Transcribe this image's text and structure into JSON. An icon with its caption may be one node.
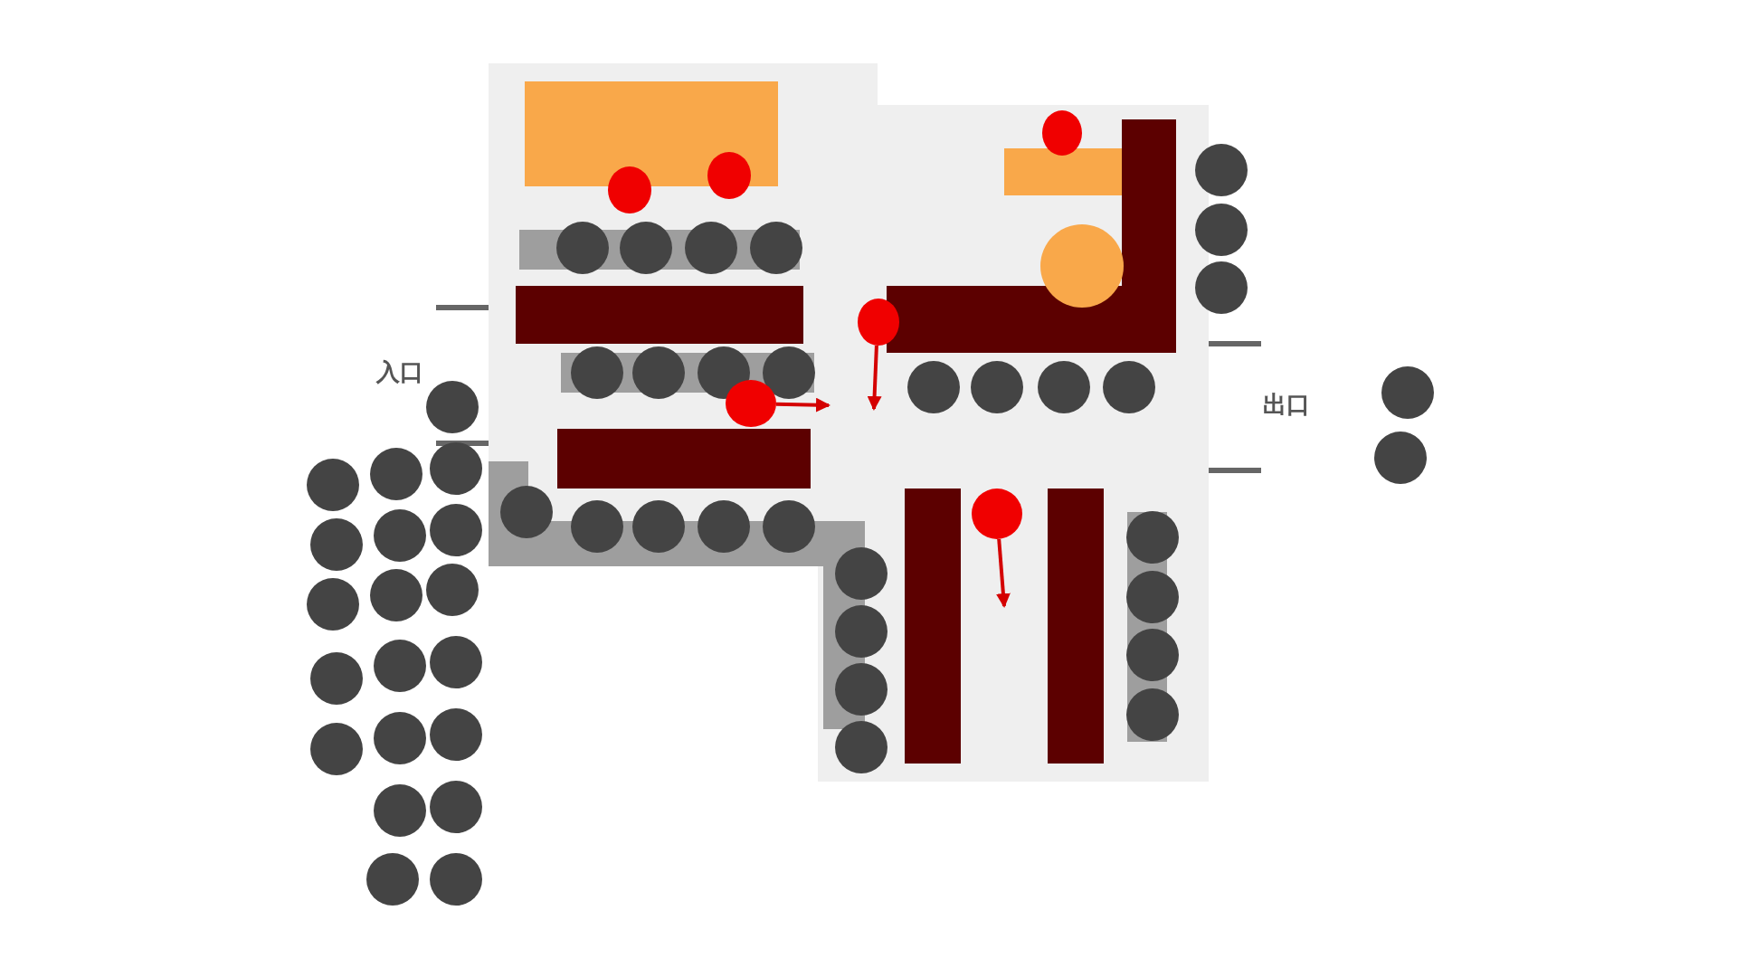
{
  "diagram": {
    "nodes": [
      {
        "text": [],
        "shape": "circle"
      },
      {
        "text": [],
        "shape": "circle"
      },
      {
        "text": [],
        "shape": "circle"
      },
      {
        "text": [],
        "shape": "circle"
      },
      {
        "text": [],
        "shape": "circle"
      },
      {
        "text": [],
        "shape": "circle"
      }
    ],
    "edges": [
      {
        "from": 4,
        "to": null,
        "arrow": "to"
      },
      {
        "from": 3,
        "to": null,
        "arrow": "to"
      },
      {
        "from": 5,
        "to": null,
        "arrow": "to"
      }
    ],
    "labels": [
      "入口",
      "出口"
    ]
  }
}
